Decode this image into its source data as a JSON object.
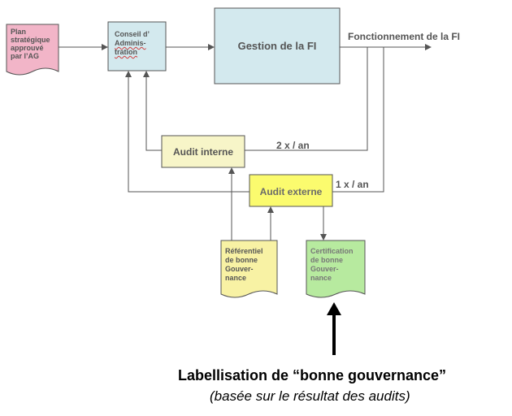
{
  "nodes": {
    "plan": {
      "lines": [
        "Plan",
        "stratégique",
        "approuvé",
        "par l’AG"
      ],
      "color": "#f2b5c8"
    },
    "conseil": {
      "lines": [
        "Conseil d’",
        "Adminis-",
        "tration"
      ],
      "color": "#d3e9ee"
    },
    "gestion": {
      "label": "Gestion de la FI",
      "color": "#d3e9ee"
    },
    "fonctionnement": {
      "label": "Fonctionnement de la FI"
    },
    "audit_interne": {
      "label": "Audit interne",
      "color": "#f7f5c8"
    },
    "audit_externe": {
      "label": "Audit externe",
      "color": "#fbfb6e"
    },
    "referentiel": {
      "lines": [
        "Référentiel",
        "de bonne",
        "Gouver-",
        "nance"
      ],
      "color": "#f8f2a4"
    },
    "certification": {
      "lines": [
        "Certification",
        "de bonne",
        "Gouver-",
        "nance"
      ],
      "color": "#b7ea9f"
    }
  },
  "frequencies": {
    "interne": "2 x / an",
    "externe": "1 x / an"
  },
  "caption": {
    "title": "Labellisation de “bonne gouvernance”",
    "subtitle": "(basée sur le résultat des audits)"
  },
  "icons": [
    "arrow-right-icon",
    "arrow-up-icon",
    "arrow-down-icon"
  ]
}
